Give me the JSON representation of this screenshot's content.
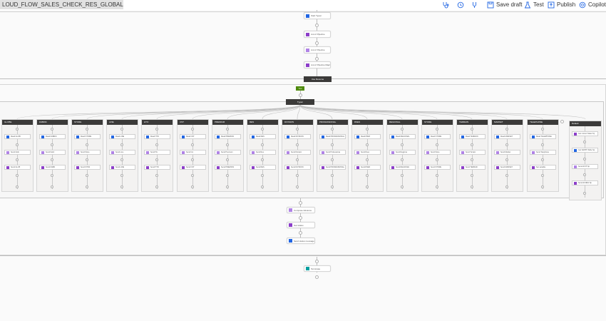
{
  "header": {
    "flow_title": "LOUD_FLOW_SALES_CHECK_RES_GLOBAL • Published",
    "save_draft": "Save draft",
    "test": "Test",
    "publish": "Publish",
    "copilot": "Copilot"
  },
  "colors": {
    "action_blue": "#2266e3",
    "action_purple": "#8c3ec9",
    "action_light_purple": "#b083e6",
    "condition_green": "#4e8a0c",
    "scope_dark": "#3b3a39",
    "teal": "#00a0a0"
  },
  "top_steps": [
    "Start Typen",
    "List of Pipeline",
    "List of Pipeline",
    "List of Pipeline Mapl"
  ],
  "scope": {
    "label": "Use Resume"
  },
  "condition": {
    "label": "Yes"
  },
  "switch": {
    "label": "Typen"
  },
  "branches": [
    {
      "title": "GLOBE",
      "steps": [
        "Read GLOB",
        "Send Glob",
        "Send GLOB"
      ]
    },
    {
      "title": "FABRIC",
      "steps": [
        "Read FABRIC",
        "Send Fabri",
        "Send FABR"
      ]
    },
    {
      "title": "STORE",
      "steps": [
        "Read STORE",
        "Send Store",
        "Send STOR"
      ]
    },
    {
      "title": "LINE",
      "steps": [
        "Read LINE",
        "Send Line",
        "Send LINE"
      ]
    },
    {
      "title": "HTO",
      "steps": [
        "Read HTO",
        "Send Hto",
        "Send HTO"
      ]
    },
    {
      "title": "CST",
      "steps": [
        "Read CST",
        "Send Cst",
        "Send CST"
      ]
    },
    {
      "title": "PREMIUM",
      "steps": [
        "Read PREMIUM",
        "Send Premium",
        "Send PREMIUM"
      ]
    },
    {
      "title": "RES",
      "steps": [
        "Read RES",
        "Send Res",
        "Send RES"
      ]
    },
    {
      "title": "DIVISION",
      "steps": [
        "Read DIVISION",
        "Send Division",
        "Send DIVISION"
      ]
    },
    {
      "title": "PROFESSIONAL",
      "steps": [
        "Read PROFESSIONAL",
        "Send Professional",
        "Send PROFESSIONAL"
      ]
    },
    {
      "title": "RSES",
      "steps": [
        "Read RSES",
        "Send Rses",
        "Send RSES"
      ]
    },
    {
      "title": "REGIONAL",
      "steps": [
        "Read REGIONAL",
        "Send Regional",
        "Send REGIONAL"
      ]
    },
    {
      "title": "STORE",
      "steps": [
        "Read STORE",
        "Send Store",
        "Send STORE"
      ]
    },
    {
      "title": "TERRAIN",
      "steps": [
        "Read TERRAIN",
        "Send Terrain",
        "Send TERRAIN"
      ]
    },
    {
      "title": "MARKET",
      "steps": [
        "Read MARKET",
        "Send Market",
        "Send MARKET"
      ]
    },
    {
      "title": "TELEPHONE",
      "steps": [
        "Read TELEPHONE",
        "Send Telephone",
        "Set variable"
      ]
    }
  ],
  "default_branch": {
    "title": "Default",
    "steps": [
      "Get current Sales Sp",
      "Get SAP/PI Table Sp",
      "Send All PI Sp",
      "Send All RES Sp"
    ]
  },
  "bottom_steps": [
    "Compose Advance",
    "Get status",
    "Send status message"
  ],
  "final_step": "Terminate"
}
